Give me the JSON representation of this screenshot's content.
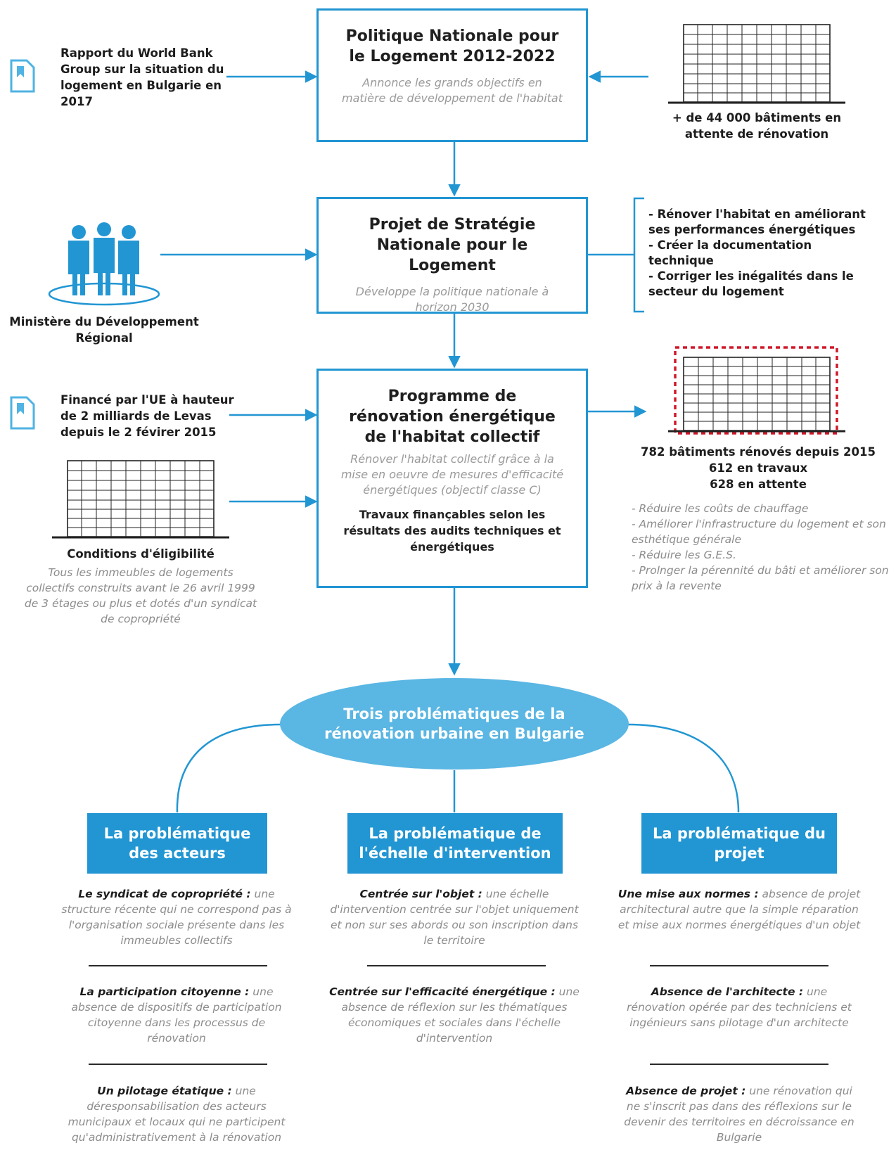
{
  "colors": {
    "accent": "#2296d3",
    "oval": "#5ab6e3",
    "red_dash": "#d0192a"
  },
  "box1": {
    "title": "Politique Nationale pour le Logement 2012-2022",
    "sub": "Annonce les grands objectifs en matière de développement de l'habitat"
  },
  "box2": {
    "title": "Projet de Stratégie Nationale pour le Logement",
    "sub": "Développe la politique nationale à horizon 2030"
  },
  "box3": {
    "title": "Programme de rénovation énergétique de l'habitat collectif",
    "sub": "Rénover l'habitat collectif grâce à la mise en oeuvre de mesures d'efficacité énergétiques (objectif classe C)",
    "extra": "Travaux finançables selon les résultats des audits techniques et énergétiques"
  },
  "left": {
    "report": "Rapport du World Bank Group sur la situation du logement en Bulgarie en 2017",
    "ministry": "Ministère du Développement Régional",
    "funding": "Financé par l'UE à hauteur de 2 milliards de Levas depuis le 2 févirer 2015",
    "eligibility_title": "Conditions d'éligibilité",
    "eligibility_text": "Tous les immeubles de logements collectifs construits avant le 26 avril 1999 de 3 étages ou plus et dotés d'un syndicat de copropriété"
  },
  "right": {
    "buildings": "+ de 44 000 bâtiments en attente de rénovation",
    "goals": [
      "- Rénover l'habitat en améliorant ses performances énergétiques",
      "- Créer la documentation technique",
      "- Corriger les inégalités dans le secteur du logement"
    ],
    "stats": [
      "782 bâtiments rénovés depuis 2015",
      "612 en travaux",
      "628 en attente"
    ],
    "benefits": [
      "- Réduire les coûts de chauffage",
      "- Améliorer l'infrastructure du logement et son esthétique générale",
      "- Réduire les G.E.S.",
      "- Prolnger la pérennité du bâti et améliorer son prix à la revente"
    ]
  },
  "oval": "Trois problématiques de la rénovation urbaine en Bulgarie",
  "columns": [
    {
      "header": "La problématique des acteurs",
      "items": [
        {
          "term": "Le syndicat de copropriété :",
          "text": " une structure récente qui ne correspond pas à l'organisation sociale présente dans les immeubles collectifs"
        },
        {
          "term": "La participation citoyenne :",
          "text": " une absence de dispositifs de participation citoyenne dans les processus de rénovation"
        },
        {
          "term": "Un pilotage étatique :",
          "text": " une déresponsabilisation des acteurs municipaux et locaux qui ne participent qu'administrativement à la rénovation"
        }
      ]
    },
    {
      "header": "La problématique de l'échelle d'intervention",
      "items": [
        {
          "term": "Centrée sur l'objet :",
          "text": " une échelle d'intervention centrée sur l'objet uniquement et non sur ses abords ou son inscription dans le territoire"
        },
        {
          "term": "Centrée sur l'efficacité énergétique :",
          "text": " une absence de réflexion sur les thématiques économiques et sociales dans l'échelle d'intervention"
        }
      ]
    },
    {
      "header": "La problématique du projet",
      "items": [
        {
          "term": "Une mise aux normes :",
          "text": " absence de projet architectural autre que la simple réparation et mise aux normes énergétiques d'un objet"
        },
        {
          "term": "Absence de l'architecte :",
          "text": " une rénovation opérée par des techniciens et ingénieurs sans pilotage d'un architecte"
        },
        {
          "term": "Absence de projet :",
          "text": " une rénovation qui ne s'inscrit pas dans des réflexions sur le devenir des territoires en décroissance en Bulgarie"
        }
      ]
    }
  ]
}
